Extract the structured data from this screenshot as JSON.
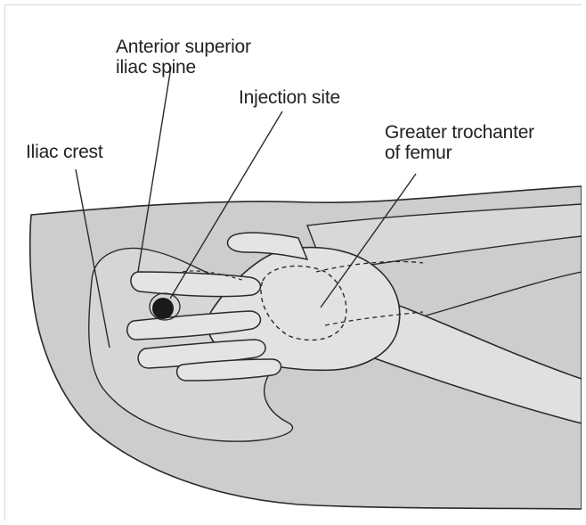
{
  "labels": {
    "asis_line1": "Anterior superior",
    "asis_line2": "iliac spine",
    "injection_site": "Injection site",
    "iliac_crest": "Iliac crest",
    "greater_trochanter_line1": "Greater trochanter",
    "greater_trochanter_line2": "of femur"
  },
  "colors": {
    "body_fill": "#cfcfcf",
    "body_fill_light": "#dadada",
    "outline": "#2a2a2a",
    "injection_dot": "#1a1a1a",
    "frame_border": "#bdbdbd"
  }
}
